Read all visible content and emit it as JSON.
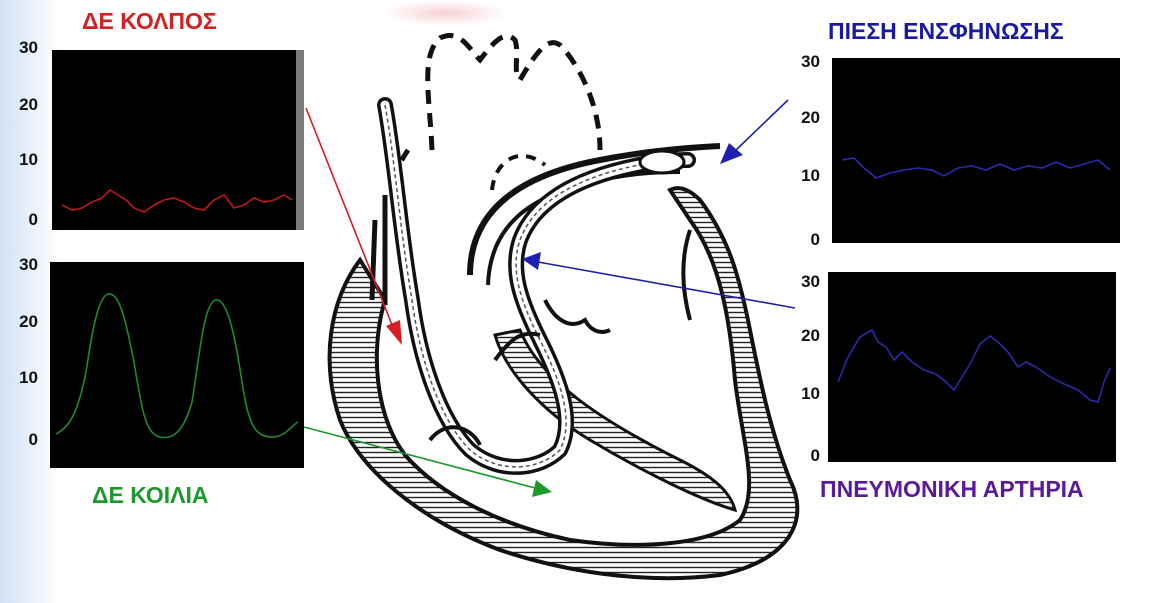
{
  "panels": {
    "ra": {
      "title": "ΔΕ ΚΟΛΠΟΣ",
      "color": "#d42020",
      "trace_color": "#c01818",
      "ticks": [
        "30",
        "20",
        "10",
        "0"
      ]
    },
    "rv": {
      "title": "ΔΕ ΚΟΙΛΙΑ",
      "color": "#1a9a2a",
      "trace_color": "#1e8a2a",
      "ticks": [
        "30",
        "20",
        "10",
        "0"
      ]
    },
    "wedge": {
      "title": "ΠΙΕΣΗ ΕΝΣΦΗΝΩΣΗΣ",
      "color": "#1a1aa0",
      "trace_color": "#2a2ab0",
      "ticks": [
        "30",
        "20",
        "10",
        "0"
      ]
    },
    "pa": {
      "title": "ΠΝΕΥΜΟΝΙΚΗ ΑΡΤΗΡΙΑ",
      "color": "#5a1a9a",
      "trace_color": "#2a2aa8",
      "ticks": [
        "30",
        "20",
        "10",
        "0"
      ]
    }
  },
  "arrow_colors": {
    "ra": "#d42020",
    "rv": "#1a9a2a",
    "wedge": "#2020b0",
    "pa": "#2020b0"
  }
}
